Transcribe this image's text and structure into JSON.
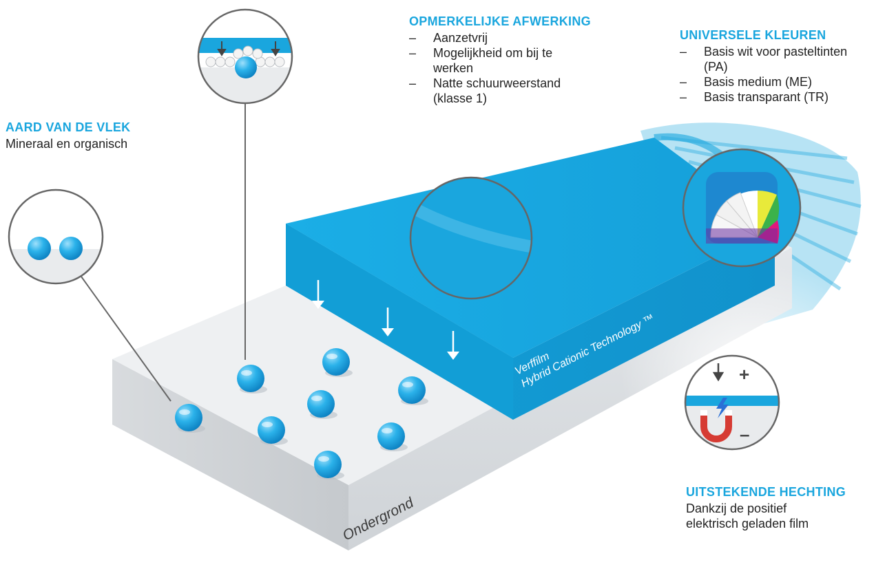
{
  "accent_color": "#1aa6de",
  "substrate": {
    "label": "Ondergrond",
    "droplet_count": 8
  },
  "paint_film": {
    "label_line1": "Verffilm",
    "label_line2": "Hybrid Cationic Technology ™",
    "arrow_count": 3
  },
  "callouts": {
    "stain": {
      "heading": "AARD VAN DE VLEK",
      "text": "Mineraal en organisch"
    },
    "finish": {
      "heading": "OPMERKELIJKE AFWERKING",
      "items": [
        {
          "lines": [
            "Aanzetvrij"
          ]
        },
        {
          "lines": [
            "Mogelijkheid om bij te",
            "werken"
          ]
        },
        {
          "lines": [
            "Natte schuurweerstand",
            "(klasse 1)"
          ]
        }
      ]
    },
    "colors": {
      "heading": "UNIVERSELE KLEUREN",
      "items": [
        {
          "lines": [
            "Basis wit voor pasteltinten",
            "(PA)"
          ]
        },
        {
          "lines": [
            "Basis medium (ME)"
          ]
        },
        {
          "lines": [
            "Basis transparant (TR)"
          ]
        }
      ]
    },
    "adhesion": {
      "heading": "UITSTEKENDE HECHTING",
      "lines": [
        "Dankzij de positief",
        "elektrisch geladen film"
      ],
      "symbols": {
        "plus": "+",
        "minus": "–"
      }
    }
  },
  "icons": [
    "droplet-icon",
    "down-arrow-icon",
    "color-fan-icon",
    "magnet-icon",
    "lightning-icon"
  ]
}
